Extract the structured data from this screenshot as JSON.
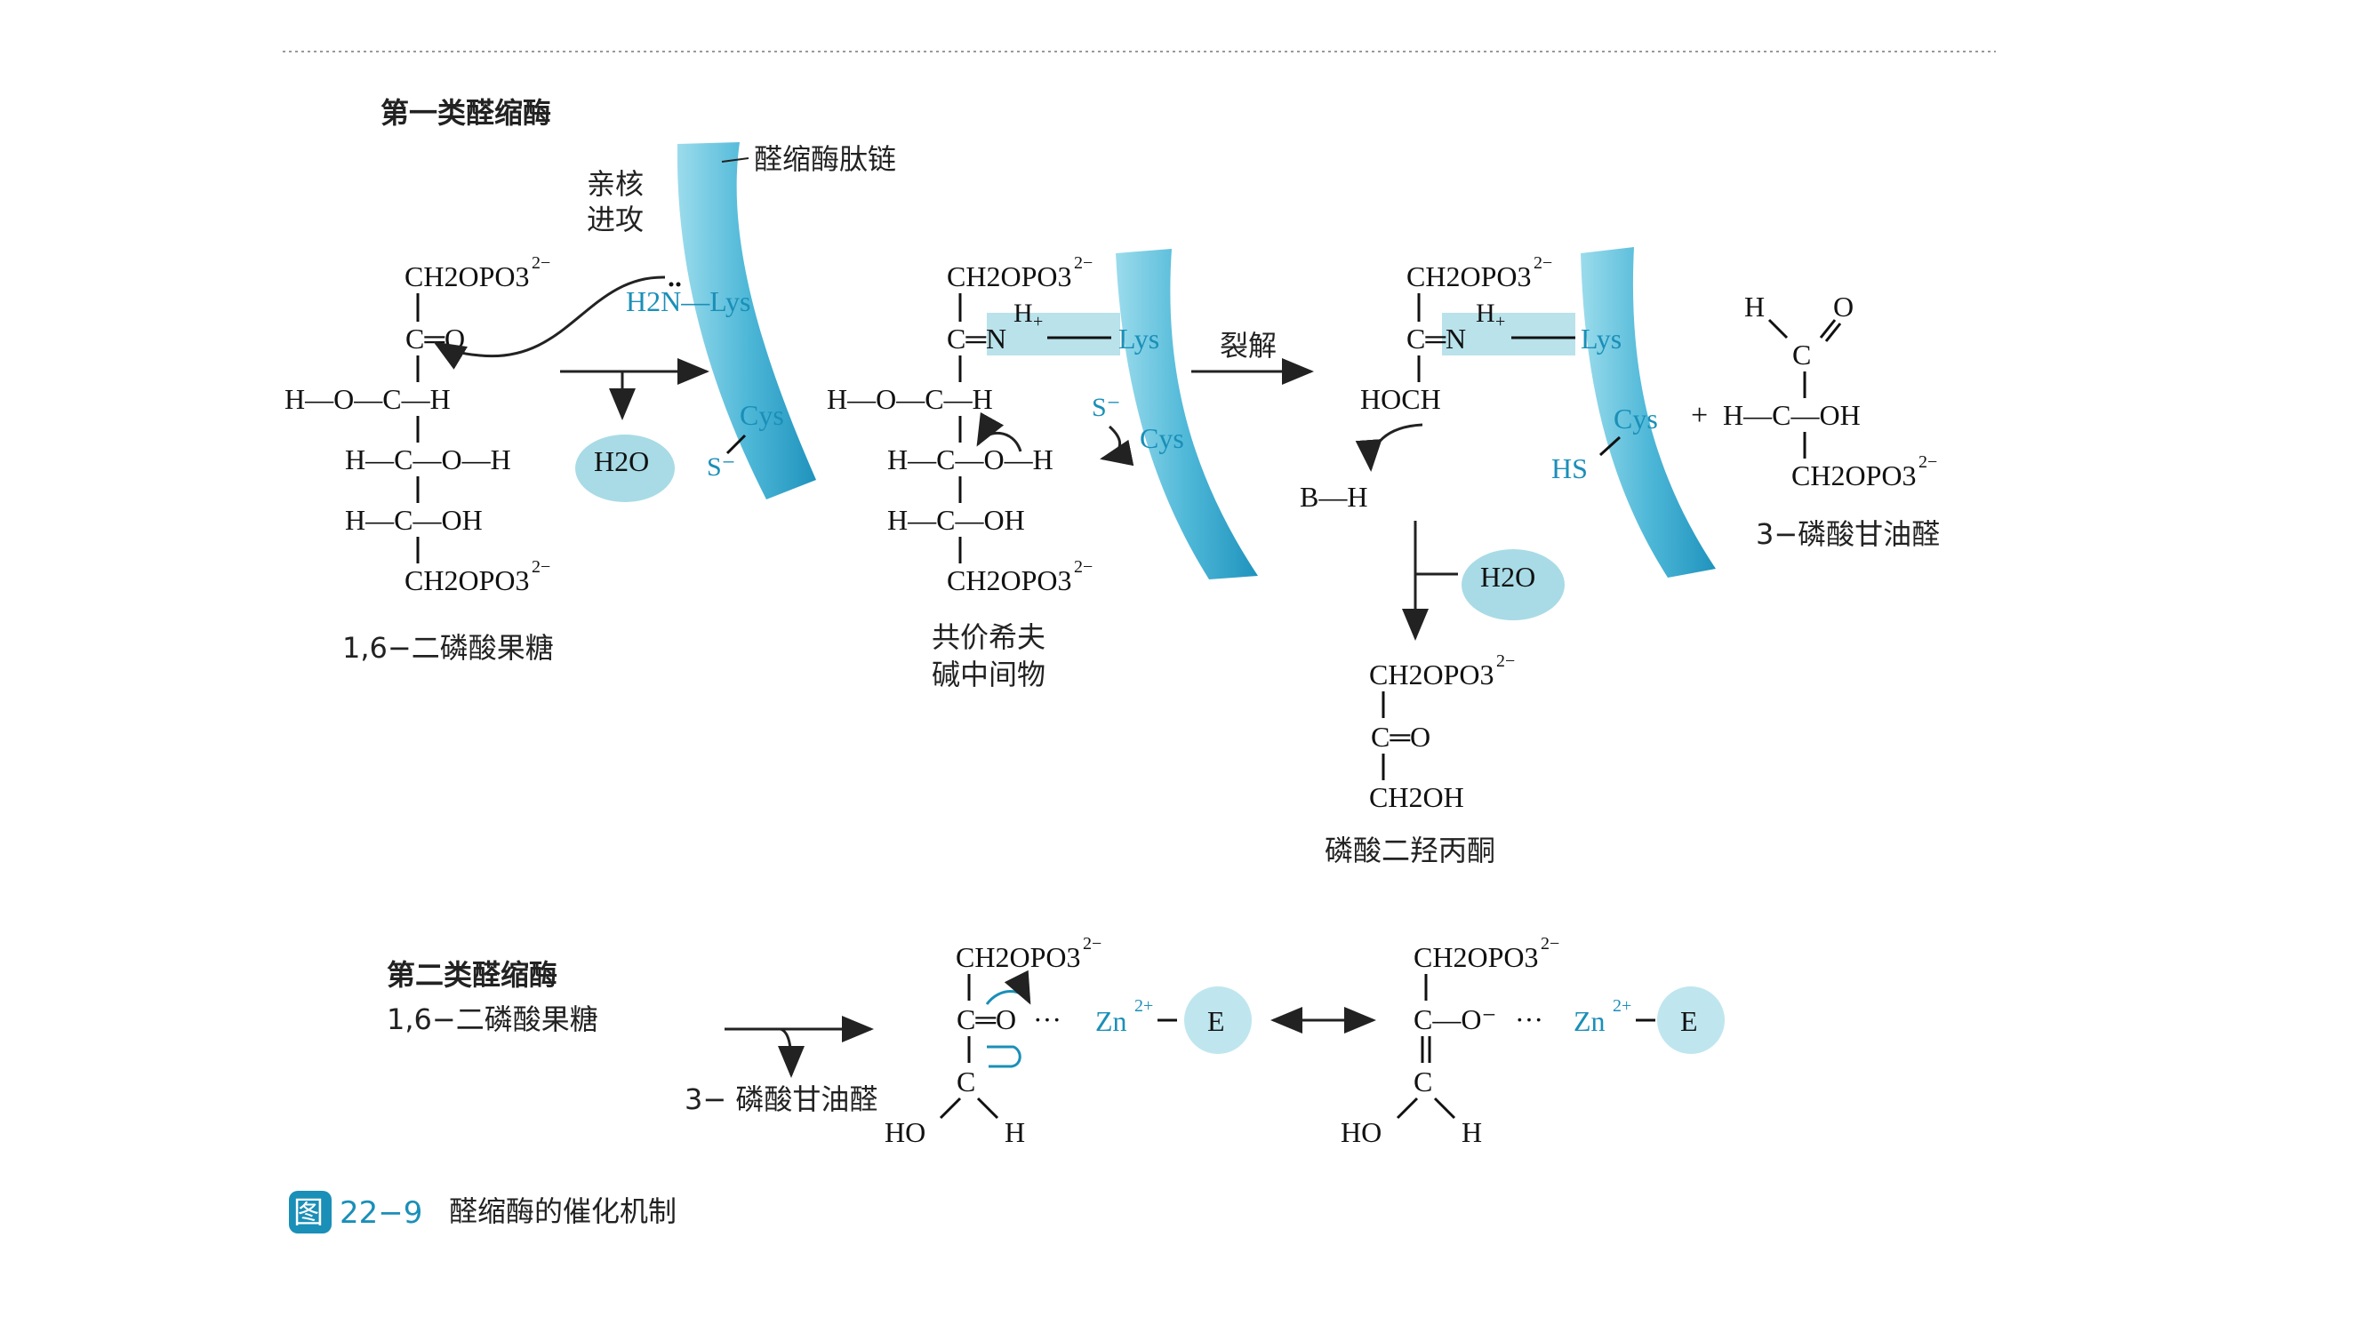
{
  "type1": {
    "title": "第一类醛缩酶",
    "peptide_label": "醛缩酶肽链",
    "nucleophilic_attack": [
      "亲核",
      "进攻"
    ],
    "cleavage": "裂解",
    "h2o": "H2O"
  },
  "fbp": {
    "ch2opo3": "CH2OPO3",
    "charge": "2−",
    "c_eq_o": "C═O",
    "row1": "H—O—C—H",
    "row2": "H—C—O—H",
    "row3": "H—C—OH",
    "name": "1,6−二磷酸果糖"
  },
  "enzyme": {
    "lys_amine": "H2N—Lys",
    "cys": "Cys",
    "thiolate": "S⁻",
    "thiol": "HS",
    "lys": "Lys",
    "iminium": "C═N",
    "h_plus": "H",
    "plus": "+"
  },
  "schiff": {
    "row1": "H—O—C—H",
    "row2": "H—C—O—H",
    "row3": "H—C—OH",
    "name": [
      "共价希夫",
      "碱中间物"
    ]
  },
  "after": {
    "hoch": "HOCH",
    "bh": "B—H",
    "plus": "+"
  },
  "gap": {
    "h": "H",
    "o": "O",
    "c": "C",
    "hcoh": "H—C—OH",
    "name": "3−磷酸甘油醛"
  },
  "dhap": {
    "c_eq_o": "C═O",
    "ch2oh": "CH2OH",
    "name": "磷酸二羟丙酮"
  },
  "type2": {
    "title": "第二类醛缩酶",
    "substrate": "1,6−二磷酸果糖",
    "product": "3− 磷酸甘油醛",
    "ho": "HO",
    "h": "H",
    "zn": "Zn",
    "zn_charge": "2+",
    "e": "E",
    "c_eq_o": "C═O",
    "c_o_minus": "C—O⁻"
  },
  "caption": {
    "badge": "图",
    "number": "22−9",
    "text": "醛缩酶的催化机制"
  }
}
